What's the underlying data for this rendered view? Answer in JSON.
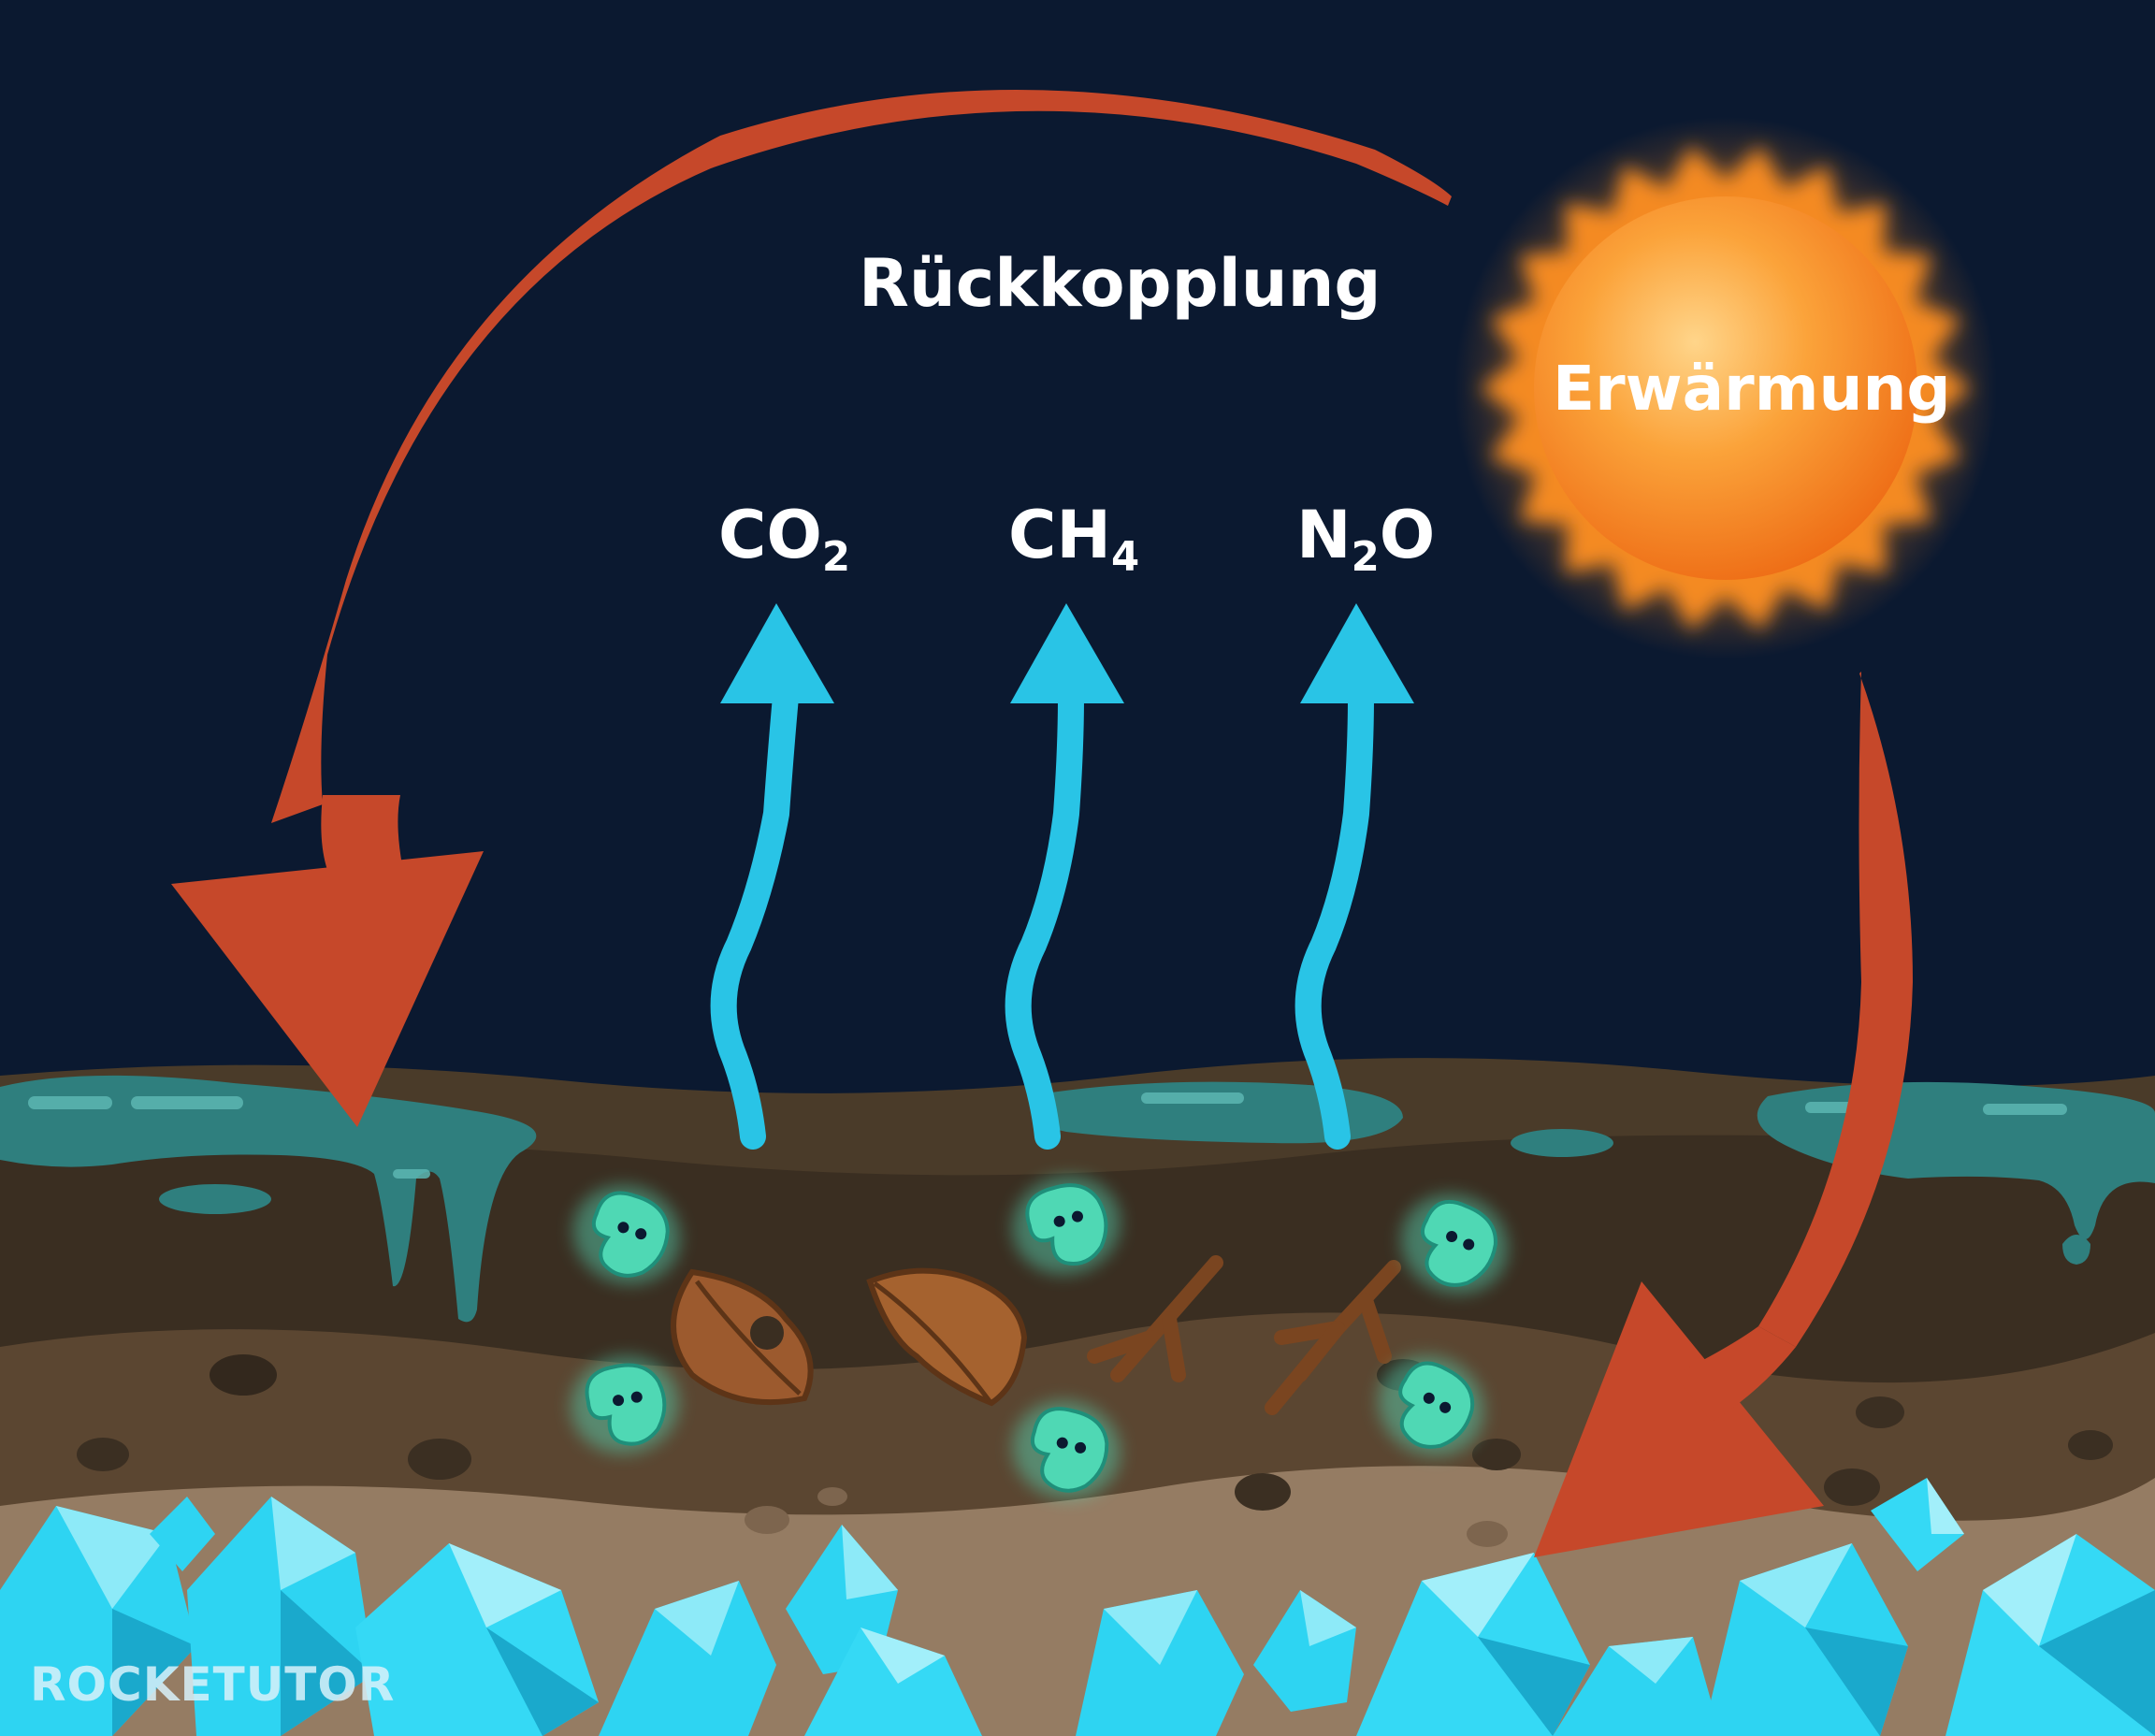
{
  "labels": {
    "feedback": "Rückkopplung",
    "warming": "Erwärmung",
    "co2": {
      "main": "CO",
      "sub": "2",
      "tail": ""
    },
    "ch4": {
      "main": "CH",
      "sub": "4",
      "tail": ""
    },
    "n2o": {
      "main": "N",
      "sub": "2",
      "tail": "O"
    }
  },
  "logo": "ROCKETUTOR",
  "colors": {
    "sky": "#0b1930",
    "arrow_red": "#c6482a",
    "gas_arrow": "#29c4e6",
    "sun_core": "#f7861e",
    "water": "#2f7f7e",
    "soil_top": "#3e3223",
    "soil_mid": "#5a4430",
    "soil_low": "#947a61",
    "ice": "#2ed4f2",
    "microbe": "#55dcbb",
    "leaf": "#9c5a2e"
  },
  "icons": [
    "sun-icon",
    "microbe-icon",
    "leaf-icon",
    "root-icon",
    "ice-crystal-icon"
  ]
}
